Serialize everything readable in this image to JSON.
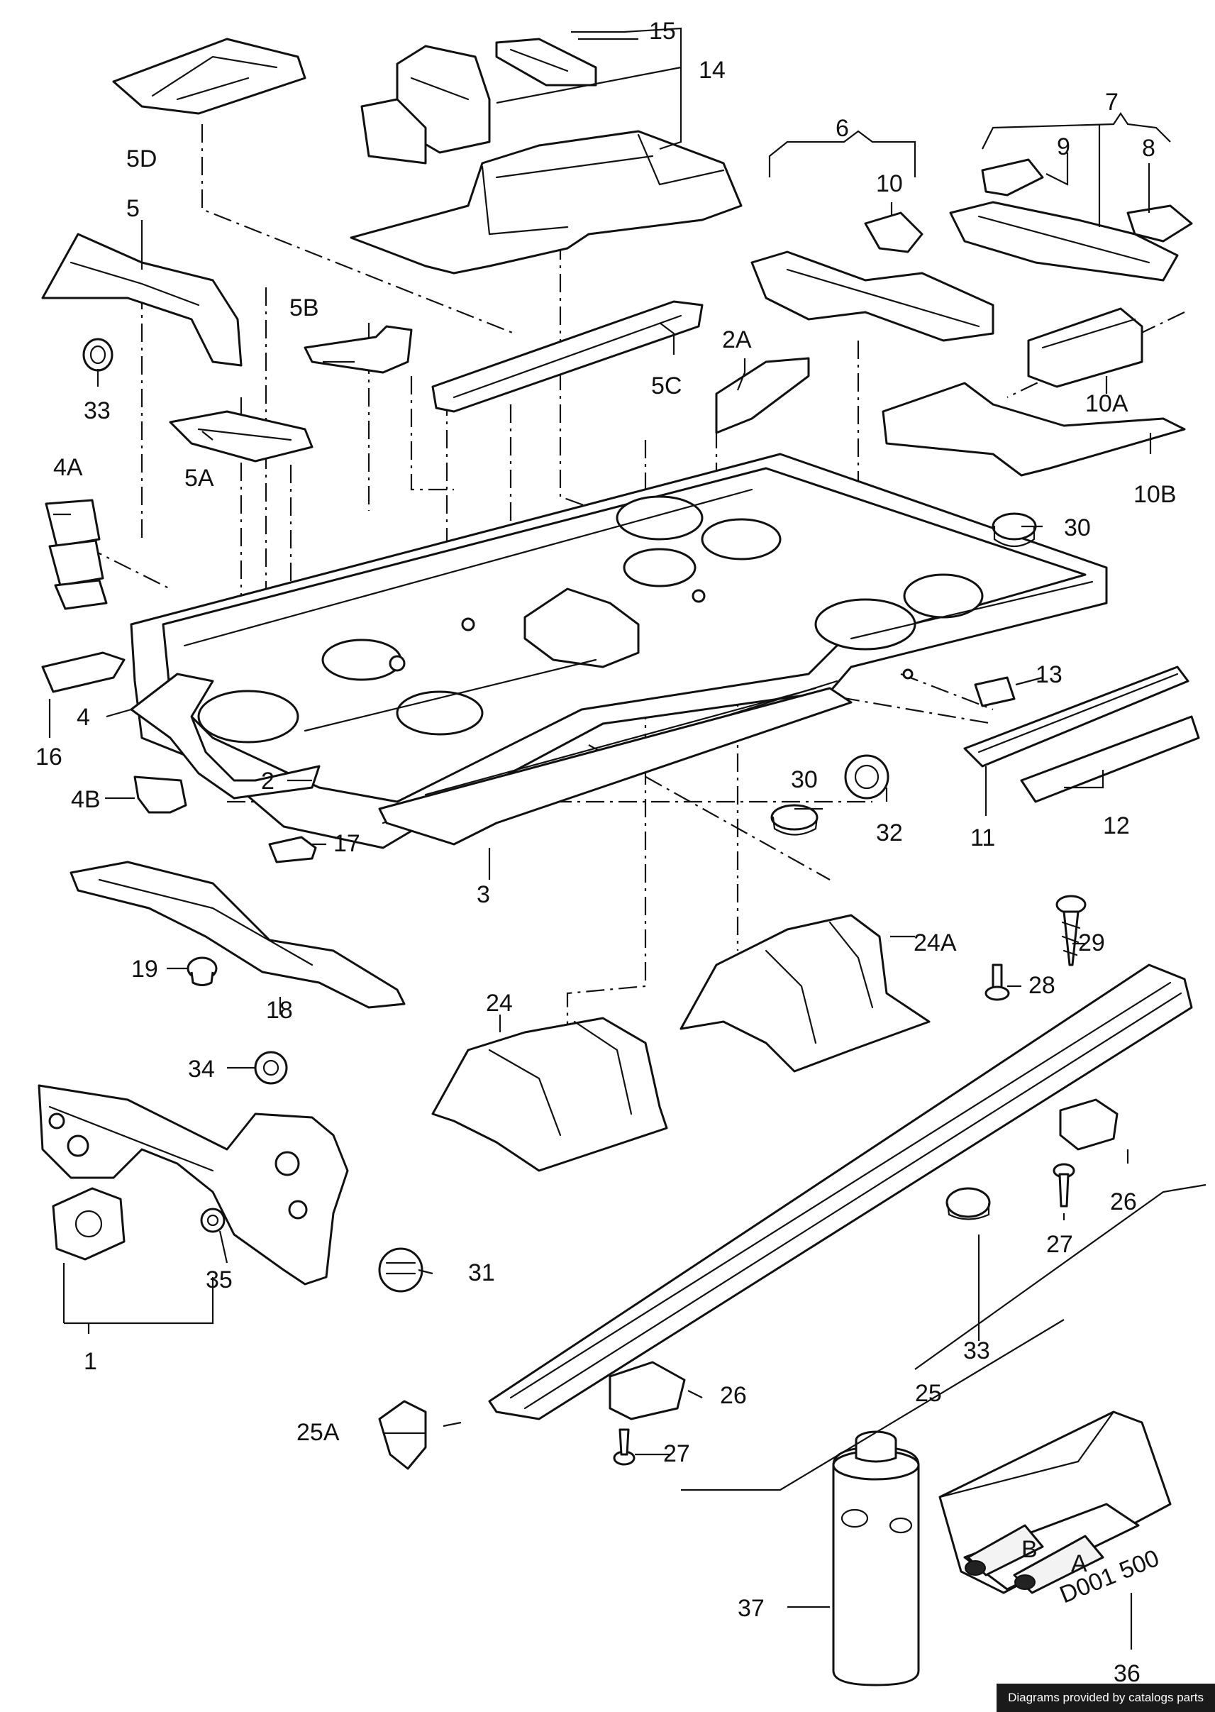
{
  "diagram": {
    "callouts": [
      {
        "id": "1",
        "label": "1"
      },
      {
        "id": "2",
        "label": "2"
      },
      {
        "id": "2A",
        "label": "2A"
      },
      {
        "id": "3",
        "label": "3"
      },
      {
        "id": "4",
        "label": "4"
      },
      {
        "id": "4A",
        "label": "4A"
      },
      {
        "id": "4B",
        "label": "4B"
      },
      {
        "id": "5",
        "label": "5"
      },
      {
        "id": "5A",
        "label": "5A"
      },
      {
        "id": "5B",
        "label": "5B"
      },
      {
        "id": "5C",
        "label": "5C"
      },
      {
        "id": "5D",
        "label": "5D"
      },
      {
        "id": "6",
        "label": "6"
      },
      {
        "id": "7",
        "label": "7"
      },
      {
        "id": "8",
        "label": "8"
      },
      {
        "id": "9",
        "label": "9"
      },
      {
        "id": "10",
        "label": "10"
      },
      {
        "id": "10A",
        "label": "10A"
      },
      {
        "id": "10B",
        "label": "10B"
      },
      {
        "id": "11",
        "label": "11"
      },
      {
        "id": "12",
        "label": "12"
      },
      {
        "id": "13",
        "label": "13"
      },
      {
        "id": "14",
        "label": "14"
      },
      {
        "id": "15",
        "label": "15"
      },
      {
        "id": "16",
        "label": "16"
      },
      {
        "id": "17",
        "label": "17"
      },
      {
        "id": "18",
        "label": "18"
      },
      {
        "id": "19",
        "label": "19"
      },
      {
        "id": "24",
        "label": "24"
      },
      {
        "id": "24A",
        "label": "24A"
      },
      {
        "id": "25",
        "label": "25"
      },
      {
        "id": "25A",
        "label": "25A"
      },
      {
        "id": "26a",
        "label": "26"
      },
      {
        "id": "26b",
        "label": "26"
      },
      {
        "id": "27a",
        "label": "27"
      },
      {
        "id": "27b",
        "label": "27"
      },
      {
        "id": "28",
        "label": "28"
      },
      {
        "id": "29",
        "label": "29"
      },
      {
        "id": "30a",
        "label": "30"
      },
      {
        "id": "30b",
        "label": "30"
      },
      {
        "id": "31",
        "label": "31"
      },
      {
        "id": "32",
        "label": "32"
      },
      {
        "id": "33a",
        "label": "33"
      },
      {
        "id": "33b",
        "label": "33"
      },
      {
        "id": "34",
        "label": "34"
      },
      {
        "id": "35",
        "label": "35"
      },
      {
        "id": "36",
        "label": "36"
      },
      {
        "id": "37",
        "label": "37"
      }
    ],
    "box_text": {
      "tube_b": "B",
      "tube_a": "A",
      "box_code": "D001 500"
    }
  },
  "footer": {
    "credit": "Diagrams provided by catalogs parts"
  }
}
